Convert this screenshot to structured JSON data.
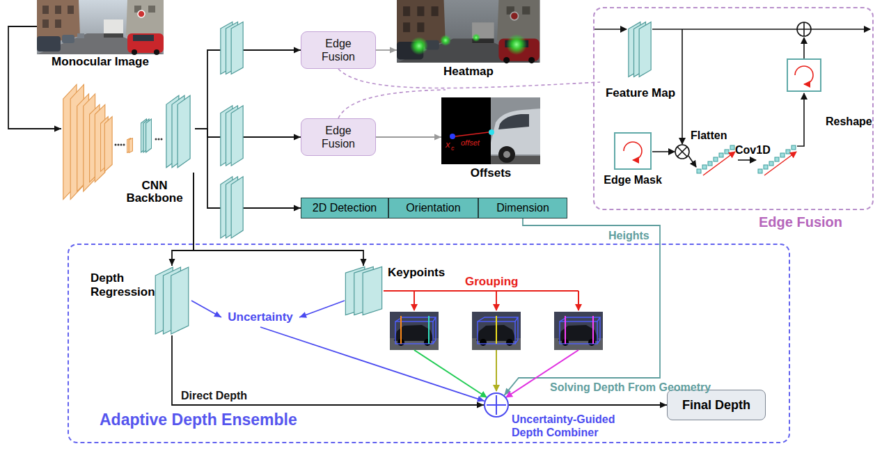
{
  "diagram": {
    "nodes": [
      {
        "text": [
          "Monocular Image"
        ]
      },
      {
        "text": [
          "CNN Backbone"
        ]
      },
      {
        "text": [
          "Edge Fusion"
        ]
      },
      {
        "text": [
          "Heatmap"
        ]
      },
      {
        "text": [
          "Edge Fusion"
        ]
      },
      {
        "text": [
          "Offsets"
        ]
      },
      {
        "text": [
          "2D Detection"
        ]
      },
      {
        "text": [
          "Orientation"
        ]
      },
      {
        "text": [
          "Dimension"
        ]
      },
      {
        "text": [
          "Edge Fusion"
        ]
      },
      {
        "text": [
          "Feature Map"
        ],
        "in": 9
      },
      {
        "text": [
          "Edge Mask"
        ],
        "in": 9
      },
      {
        "text": [
          "Reshape"
        ],
        "in": 9
      },
      {
        "text": [
          "Adaptive Depth Ensemble"
        ]
      },
      {
        "text": [
          "Depth Regression"
        ],
        "in": 13
      },
      {
        "text": [
          "Keypoints"
        ],
        "in": 13
      },
      {
        "text": [
          "Uncertainty"
        ],
        "in": 13
      },
      {
        "text": [
          "Uncertainty-Guided Depth Combiner"
        ],
        "in": 13
      },
      {
        "text": [
          "Final Depth"
        ],
        "in": 13
      }
    ],
    "edges": [
      {
        "from": 0,
        "to": 1,
        "arrow": "to"
      },
      {
        "from": 1,
        "to": 2,
        "arrow": "to"
      },
      {
        "from": 1,
        "to": 4,
        "arrow": "to"
      },
      {
        "from": 1,
        "to": 6,
        "arrow": "to"
      },
      {
        "from": 2,
        "to": 3,
        "arrow": "to"
      },
      {
        "from": 4,
        "to": 5,
        "arrow": "to"
      },
      {
        "from": 1,
        "to": 14,
        "arrow": "to"
      },
      {
        "from": 1,
        "to": 15,
        "arrow": "to"
      },
      {
        "from": 14,
        "to": 16,
        "arrow": "to"
      },
      {
        "from": 15,
        "to": 16,
        "arrow": "to"
      },
      {
        "from": 16,
        "to": 17,
        "arrow": "to"
      },
      {
        "from": 14,
        "to": 17,
        "label": "Direct Depth",
        "arrow": "to"
      },
      {
        "from": 8,
        "to": 17,
        "label": "Heights",
        "arrow": "to"
      },
      {
        "from": 17,
        "to": 18,
        "arrow": "to"
      }
    ],
    "labels": [
      "x",
      "c",
      "offset",
      "Flatten",
      "Cov1D",
      "Grouping",
      "Solving Depth From Geometry"
    ]
  }
}
